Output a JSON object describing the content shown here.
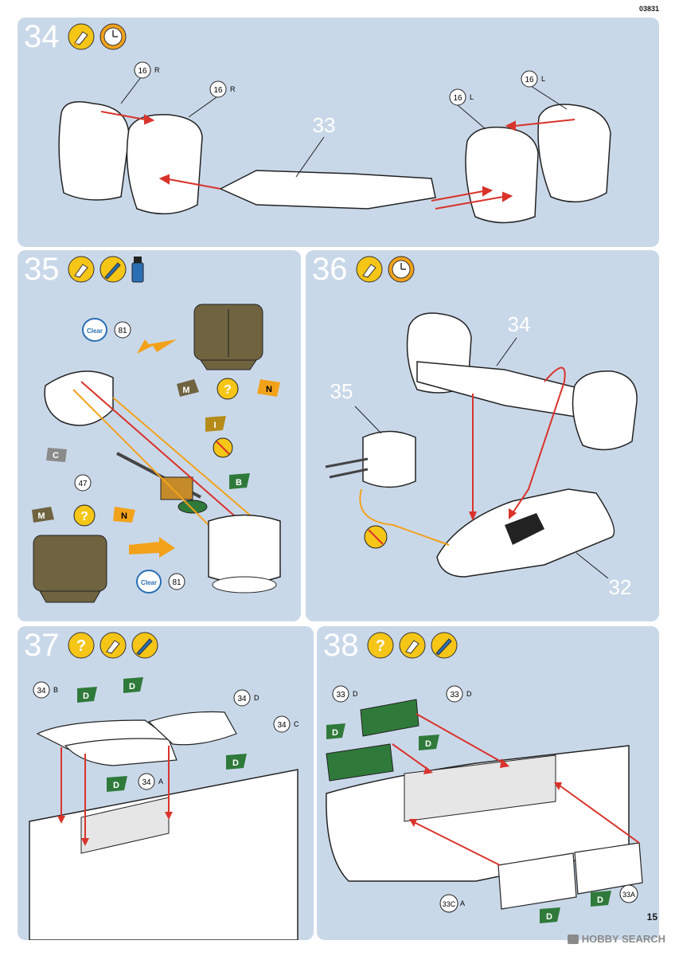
{
  "doc_code": "03831",
  "page_number": "15",
  "watermark": "HOBBY SEARCH",
  "steps": [
    {
      "number": "34",
      "icons": [
        "glue-icon",
        "clock-icon"
      ],
      "labels": {
        "part_16r_a": "16",
        "r_a": "R",
        "part_16r_b": "16",
        "r_b": "R",
        "part_16l_a": "16",
        "l_a": "L",
        "part_16l_b": "16",
        "l_b": "L",
        "part_33": "33"
      }
    },
    {
      "number": "35",
      "icons": [
        "glue-icon",
        "brush-icon",
        "paint-bottle-icon"
      ],
      "labels": {
        "clear_top": "Clear",
        "part_81_top": "81",
        "m_top": "M",
        "q_top": "?",
        "n_top": "N",
        "i": "I",
        "c": "C",
        "b": "B",
        "part_47": "47",
        "m_bottom": "M",
        "q_bottom": "?",
        "n_bottom": "N",
        "clear_bottom": "Clear",
        "part_81_bottom": "81"
      }
    },
    {
      "number": "36",
      "icons": [
        "glue-icon",
        "clock-icon"
      ],
      "labels": {
        "part_34": "34",
        "part_35": "35",
        "part_32": "32"
      }
    },
    {
      "number": "37",
      "icons": [
        "question-icon",
        "glue-icon",
        "brush-icon"
      ],
      "labels": {
        "part_34b": "34",
        "b": "B",
        "d1": "D",
        "d2": "D",
        "part_34d": "34",
        "d_letter": "D",
        "part_34c": "34",
        "c_letter": "C",
        "part_34a": "34",
        "a_letter": "A",
        "d3": "D",
        "d4": "D"
      }
    },
    {
      "number": "38",
      "icons": [
        "question-icon",
        "glue-icon",
        "brush-icon"
      ],
      "labels": {
        "part_33d_a": "33",
        "d_a": "D",
        "part_33d_b": "33",
        "d_b": "D",
        "d1": "D",
        "d2": "D",
        "part_33c": "33C",
        "a": "A",
        "d3": "D",
        "d4": "D",
        "part_33a": "33A"
      }
    }
  ],
  "colors": {
    "panel": "#c9d8e9",
    "arrow_red": "#d9332b",
    "arrow_orange": "#f2a21a",
    "olive": "#6f6340",
    "decal_green": "#2f7a3a",
    "icon_yellow": "#f5c518"
  }
}
